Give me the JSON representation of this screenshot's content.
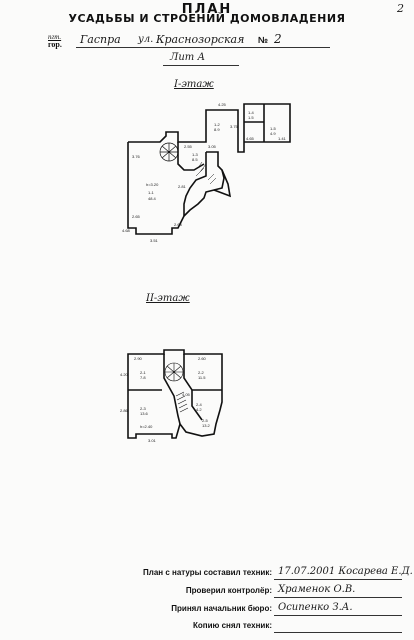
{
  "page_number": "2",
  "header": {
    "title": "ПЛАН",
    "subtitle": "УСАДЬБЫ И СТРОЕНИЙ ДОМОВЛАДЕНИЯ"
  },
  "address": {
    "prefix_small": "пгт.",
    "prefix": "гор.",
    "city": "Гаспра",
    "street_prefix": "ул.",
    "street": "Краснозорская",
    "number_label": "№",
    "number": "2"
  },
  "lit": "Лит А",
  "floor1": {
    "label": "I-этаж",
    "height_label": "h=3.20",
    "rooms": [
      {
        "id": "1-1",
        "area": "48.4"
      },
      {
        "id": "1-2",
        "area": "8.9"
      },
      {
        "id": "1-3",
        "area": "8.5"
      },
      {
        "id": "1-4",
        "area": "1.5"
      },
      {
        "id": "1-5",
        "area": "4.9"
      }
    ],
    "dimensions": [
      "3.51",
      "3.76",
      "2.65",
      "4.25",
      "3.75",
      "2.55",
      "4.65",
      "1.41",
      "3.05",
      "2.63",
      "4.68",
      "2.81"
    ]
  },
  "floor2": {
    "label": "II-этаж",
    "height_label": "h=2.40",
    "rooms": [
      {
        "id": "2-1",
        "area": "7.8"
      },
      {
        "id": "2-2",
        "area": "11.5"
      },
      {
        "id": "2-3",
        "area": "13.6"
      },
      {
        "id": "2-4",
        "area": "4.2"
      },
      {
        "id": "2-5",
        "area": "13.2"
      }
    ],
    "dimensions": [
      "2.90",
      "2.60",
      "4.20",
      "2.86",
      "3.01",
      "4.05"
    ]
  },
  "signatures": [
    {
      "label": "План с натуры составил техник:",
      "value": "17.07.2001  Косарева Е.Д."
    },
    {
      "label": "Проверил контролёр:",
      "value": "Храменок О.В."
    },
    {
      "label": "Принял начальник бюро:",
      "value": "Осипенко З.А."
    },
    {
      "label": "Копию снял техник:",
      "value": ""
    }
  ]
}
